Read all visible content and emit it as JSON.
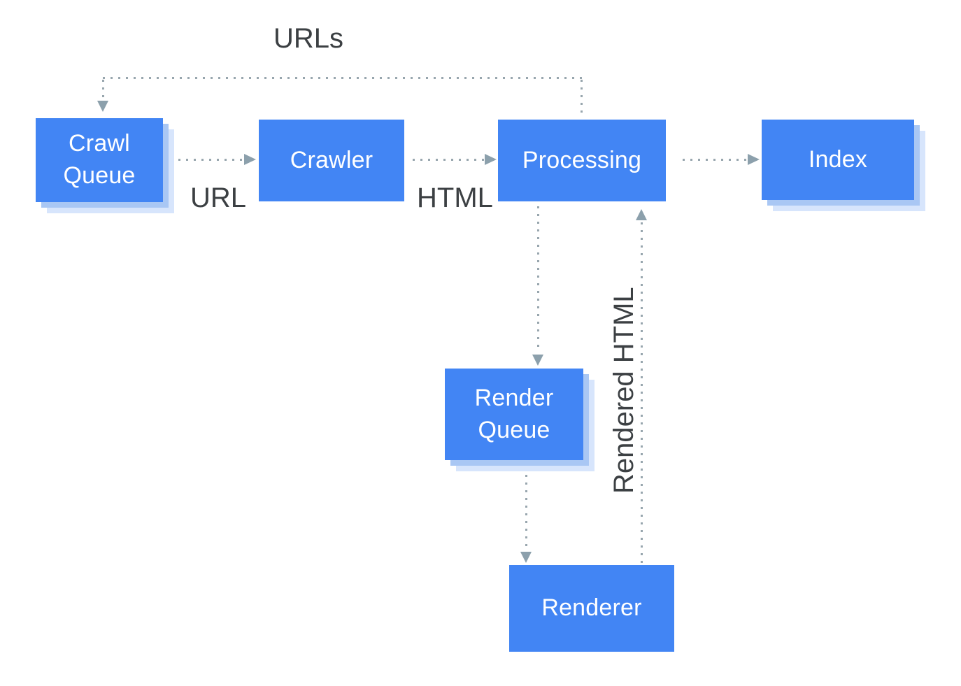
{
  "diagram": {
    "nodes": [
      {
        "id": "crawl-queue",
        "label": "Crawl Queue",
        "shadow": true
      },
      {
        "id": "crawler",
        "label": "Crawler",
        "shadow": false
      },
      {
        "id": "processing",
        "label": "Processing",
        "shadow": false
      },
      {
        "id": "index",
        "label": "Index",
        "shadow": true
      },
      {
        "id": "render-queue",
        "label": "Render Queue",
        "shadow": true
      },
      {
        "id": "renderer",
        "label": "Renderer",
        "shadow": false
      }
    ],
    "edges": [
      {
        "from": "processing",
        "to": "crawl-queue",
        "label": "URLs",
        "style": "dotted-arrow"
      },
      {
        "from": "crawl-queue",
        "to": "crawler",
        "label": "URL",
        "style": "dotted-arrow"
      },
      {
        "from": "crawler",
        "to": "processing",
        "label": "HTML",
        "style": "dotted-arrow"
      },
      {
        "from": "processing",
        "to": "index",
        "label": "",
        "style": "dotted-arrow"
      },
      {
        "from": "processing",
        "to": "render-queue",
        "label": "",
        "style": "dotted-arrow"
      },
      {
        "from": "render-queue",
        "to": "renderer",
        "label": "",
        "style": "dotted-arrow"
      },
      {
        "from": "renderer",
        "to": "processing",
        "label": "Rendered HTML",
        "style": "dotted-arrow"
      }
    ],
    "labels": {
      "urls": "URLs",
      "url": "URL",
      "html": "HTML",
      "rendered_html": "Rendered HTML"
    },
    "colors": {
      "node_fill": "#4285F4",
      "node_text": "#FFFFFF",
      "shadow_inner": "#A9C7F4",
      "shadow_outer": "#D7E5FC",
      "connector_dots": "#98A6AE",
      "arrowhead": "#8CA0AC",
      "label_text": "#3C4043",
      "background": "#FFFFFF"
    }
  }
}
